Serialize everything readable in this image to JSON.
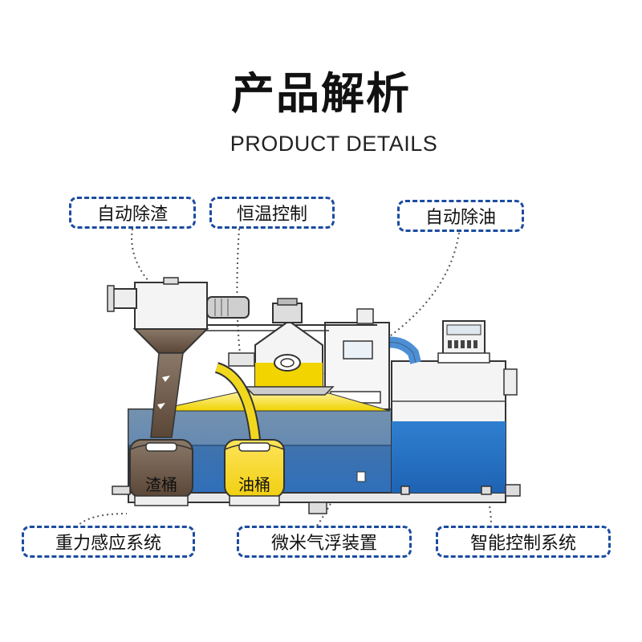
{
  "header": {
    "title": "产品解析",
    "subtitle": "PRODUCT DETAILS"
  },
  "labels": {
    "auto_slag": "自动除渣",
    "thermostat": "恒温控制",
    "auto_oil": "自动除油",
    "gravity": "重力感应系统",
    "microbubble": "微米气浮装置",
    "smart_control": "智能控制系统"
  },
  "buckets": {
    "slag": "渣桶",
    "oil": "油桶"
  },
  "colors": {
    "tag_border": "#1b4ca0",
    "tank_blue": "#2f79c8",
    "oil_yellow": "#f1d81e",
    "slag_brown": "#6b574a"
  }
}
